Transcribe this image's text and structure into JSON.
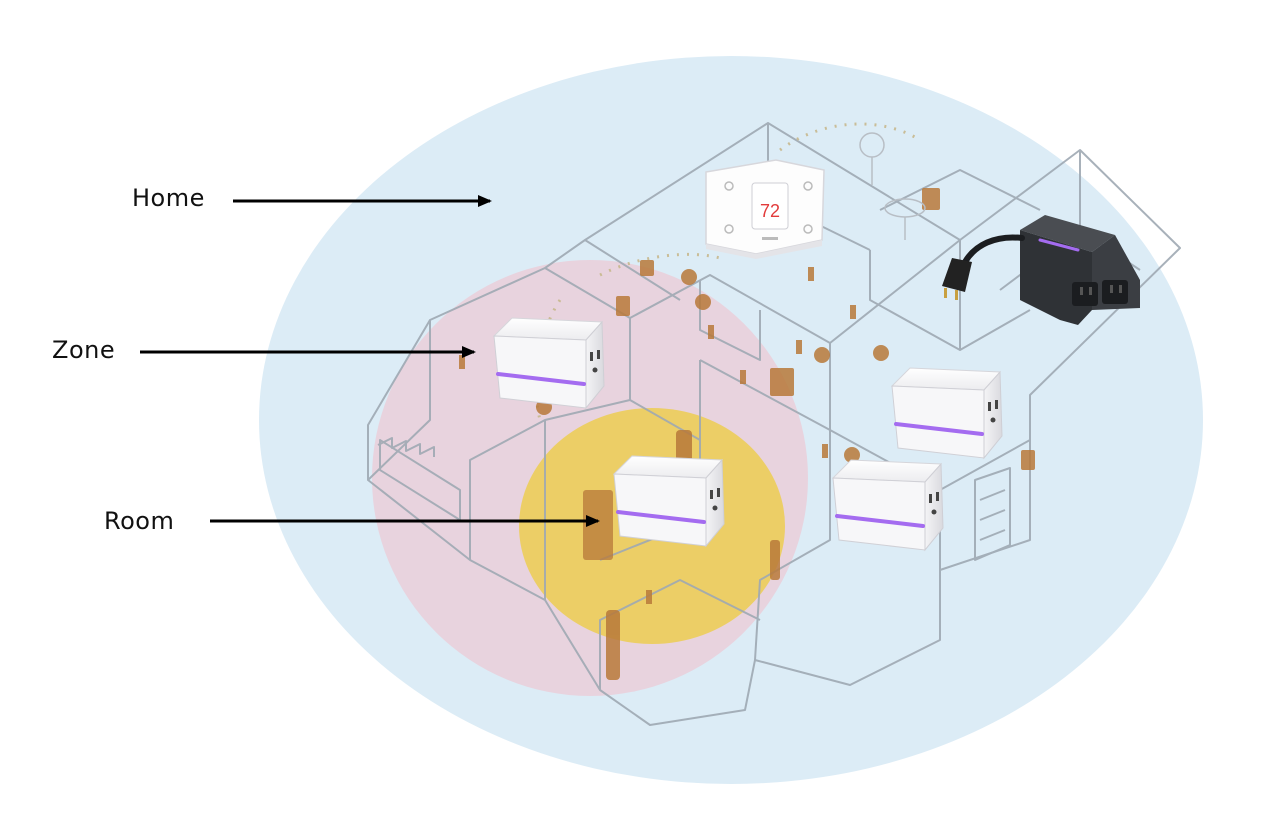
{
  "labels": {
    "home": "Home",
    "zone": "Zone",
    "room": "Room"
  },
  "thermostat": {
    "temperature": "72"
  },
  "colors": {
    "home_region": "#dcecf6",
    "zone_region": "#e8d3de",
    "room_region": "#ecce66",
    "plug_light": "#a46cf0",
    "outline": "#9fa9b3",
    "furniture": "#b8793a",
    "arrow": "#000000",
    "thermostat_digits": "#e23b3b"
  },
  "icons": {
    "smart_plug": "smart-plug-icon",
    "outdoor_plug": "outdoor-plug-icon",
    "thermostat": "thermostat-icon"
  }
}
